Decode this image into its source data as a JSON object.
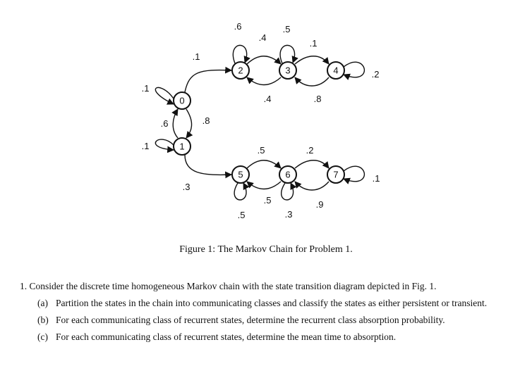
{
  "figure": {
    "nodes": [
      {
        "id": "0",
        "label": "0"
      },
      {
        "id": "1",
        "label": "1"
      },
      {
        "id": "2",
        "label": "2"
      },
      {
        "id": "3",
        "label": "3"
      },
      {
        "id": "4",
        "label": "4"
      },
      {
        "id": "5",
        "label": "5"
      },
      {
        "id": "6",
        "label": "6"
      },
      {
        "id": "7",
        "label": "7"
      }
    ],
    "edges": [
      {
        "from": "0",
        "to": "0",
        "label": ".1"
      },
      {
        "from": "0",
        "to": "2",
        "label": ".1"
      },
      {
        "from": "0",
        "to": "1",
        "label": ".8"
      },
      {
        "from": "1",
        "to": "0",
        "label": ".6"
      },
      {
        "from": "1",
        "to": "1",
        "label": ".1"
      },
      {
        "from": "1",
        "to": "5",
        "label": ".3"
      },
      {
        "from": "2",
        "to": "2",
        "label": ".6"
      },
      {
        "from": "2",
        "to": "3",
        "label": ".4"
      },
      {
        "from": "3",
        "to": "3",
        "label": ".5"
      },
      {
        "from": "3",
        "to": "4",
        "label": ".1"
      },
      {
        "from": "3",
        "to": "2",
        "label": ".4"
      },
      {
        "from": "4",
        "to": "4",
        "label": ".2"
      },
      {
        "from": "4",
        "to": "3",
        "label": ".8"
      },
      {
        "from": "5",
        "to": "6",
        "label": ".5"
      },
      {
        "from": "5",
        "to": "5",
        "label": ".5"
      },
      {
        "from": "6",
        "to": "5",
        "label": ".5"
      },
      {
        "from": "6",
        "to": "7",
        "label": ".2"
      },
      {
        "from": "6",
        "to": "6",
        "label": ".3"
      },
      {
        "from": "7",
        "to": "7",
        "label": ".1"
      },
      {
        "from": "7",
        "to": "6",
        "label": ".9"
      }
    ]
  },
  "caption": "Figure 1: The Markov Chain for Problem 1.",
  "problem": {
    "number": "1.",
    "statement": "Consider the discrete time homogeneous Markov chain with the state transition diagram depicted in Fig. 1.",
    "parts": [
      {
        "marker": "(a)",
        "text": "Partition the states in the chain into communicating classes and classify the states as either persistent or transient."
      },
      {
        "marker": "(b)",
        "text": "For each communicating class of recurrent states, determine the recurrent class absorption probability."
      },
      {
        "marker": "(c)",
        "text": "For each communicating class of recurrent states, determine the mean time to absorption."
      }
    ]
  }
}
